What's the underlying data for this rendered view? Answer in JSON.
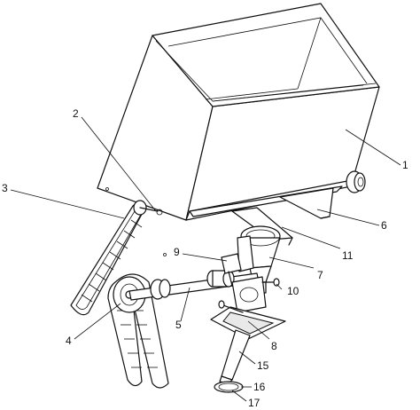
{
  "labels": {
    "l1": "1",
    "l2": "2",
    "l3": "3",
    "l4": "4",
    "l5": "5",
    "l6": "6",
    "l7": "7",
    "l8": "8",
    "l9": "9",
    "l10": "10",
    "l11": "11",
    "l15": "15",
    "l16": "16",
    "l17": "17"
  }
}
